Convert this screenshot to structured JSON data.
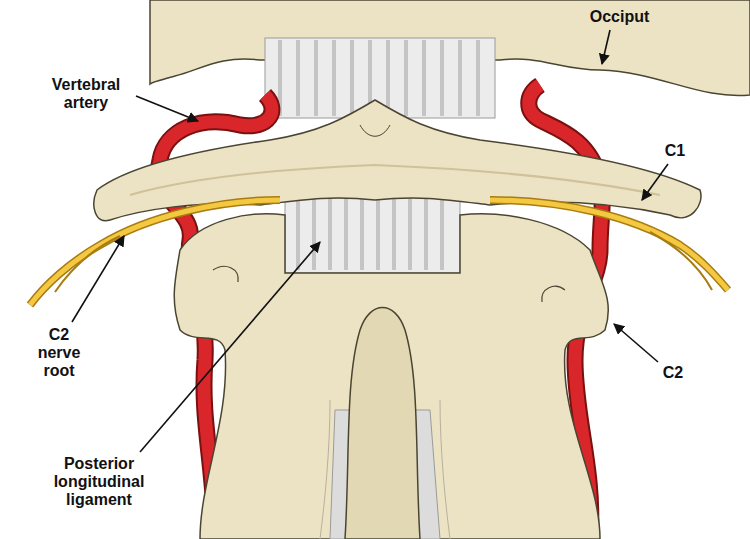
{
  "diagram": {
    "labels": [
      "Occiput",
      "Vertebral artery",
      "C1",
      "C2 nerve root",
      "Posterior longitudinal ligament",
      "C2"
    ]
  }
}
